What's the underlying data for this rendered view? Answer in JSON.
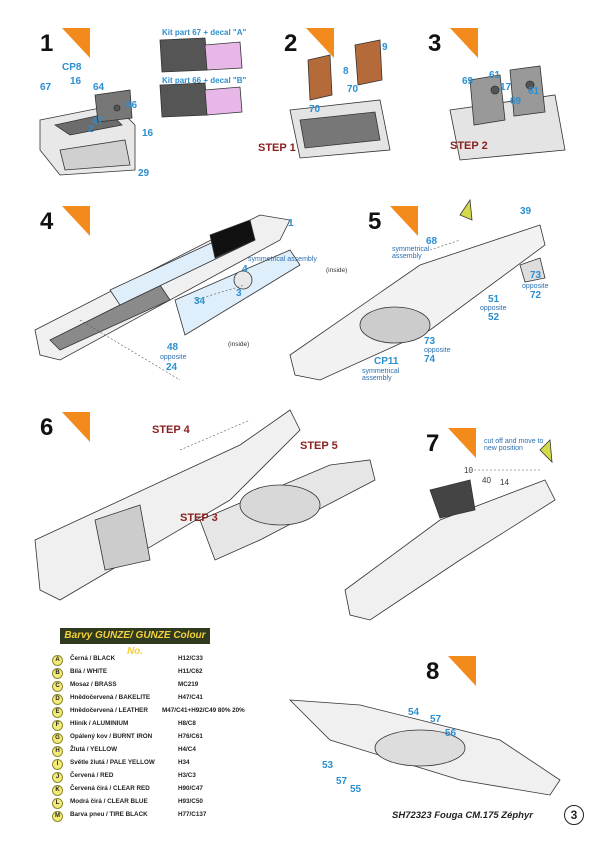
{
  "steps": [
    {
      "num": "1"
    },
    {
      "num": "2"
    },
    {
      "num": "3"
    },
    {
      "num": "4"
    },
    {
      "num": "5"
    },
    {
      "num": "6"
    },
    {
      "num": "7"
    },
    {
      "num": "8"
    }
  ],
  "step1": {
    "kit_a": "Kit part 67 + decal \"A\"",
    "kit_b": "Kit part 66 + decal \"B\"",
    "parts": [
      "CP8",
      "67",
      "16",
      "64",
      "47",
      "2",
      "66",
      "16",
      "29"
    ]
  },
  "step2": {
    "parts": [
      "9",
      "8",
      "70",
      "70"
    ],
    "ref": "STEP 1"
  },
  "step3": {
    "parts": [
      "69",
      "61",
      "17",
      "69",
      "61"
    ],
    "ref": "STEP 2"
  },
  "step4": {
    "parts": [
      "1",
      "4",
      "34",
      "3",
      "48",
      "24"
    ],
    "sym": "symmetrical assembly",
    "opposite": "opposite",
    "inside1": "(inside)",
    "inside2": "(inside)"
  },
  "step5": {
    "parts": [
      "39",
      "68",
      "73",
      "72",
      "51",
      "52",
      "73",
      "74",
      "CP11"
    ],
    "sym1": "symmetrical assembly",
    "sym2": "symmetrical assembly",
    "opposite1": "opposite",
    "opposite2": "opposite",
    "opposite3": "opposite"
  },
  "step6": {
    "ref4": "STEP 4",
    "ref5": "STEP 5",
    "ref3": "STEP 3"
  },
  "step7": {
    "note": "cut off and move to new position",
    "parts": [
      "10",
      "40",
      "14"
    ]
  },
  "step8": {
    "parts": [
      "54",
      "57",
      "56",
      "53",
      "57",
      "55"
    ]
  },
  "colour_title": "Barvy GUNZE/ GUNZE Colour No.",
  "colours": [
    {
      "badge": "A",
      "name": "Černá / BLACK",
      "code": "H12/C33"
    },
    {
      "badge": "B",
      "name": "Bílá / WHITE",
      "code": "H11/C62"
    },
    {
      "badge": "C",
      "name": "Mosaz / BRASS",
      "code": "MC219"
    },
    {
      "badge": "D",
      "name": "Hnědočervená / BAKELITE",
      "code": "H47/C41"
    },
    {
      "badge": "E",
      "name": "Hnědočervená / LEATHER",
      "code": "M47/C41+H92/C49 80% 20%"
    },
    {
      "badge": "F",
      "name": "Hliník / ALUMINIUM",
      "code": "H8/C8"
    },
    {
      "badge": "G",
      "name": "Opálený kov / BURNT IRON",
      "code": "H76/C61"
    },
    {
      "badge": "H",
      "name": "Žlutá / YELLOW",
      "code": "H4/C4"
    },
    {
      "badge": "I",
      "name": "Světle žlutá / PALE YELLOW",
      "code": "H34"
    },
    {
      "badge": "J",
      "name": "Červená / RED",
      "code": "H3/C3"
    },
    {
      "badge": "K",
      "name": "Červená čirá / CLEAR RED",
      "code": "H90/C47"
    },
    {
      "badge": "L",
      "name": "Modrá čirá / CLEAR BLUE",
      "code": "H93/C50"
    },
    {
      "badge": "M",
      "name": "Barva pneu / TIRE BLACK",
      "code": "H77/C137"
    }
  ],
  "footer": "SH72323 Fouga CM.175 Zéphyr",
  "page": "3",
  "colors": {
    "accent_orange": "#f28a1c",
    "part_blue": "#2b8fd0",
    "ref_red": "#8a1f1f",
    "badge_yellow": "#f4ea7a",
    "decal_pink": "#e7b7e8"
  }
}
